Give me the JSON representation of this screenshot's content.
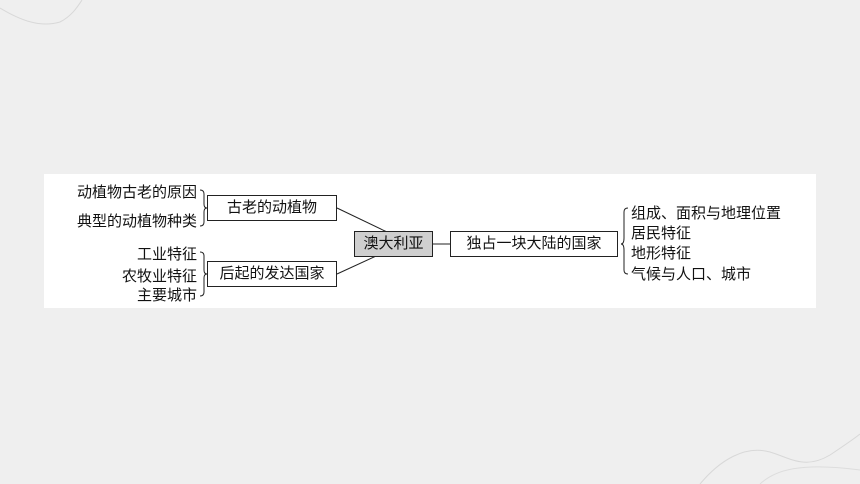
{
  "center_topic": "澳大利亚",
  "left_branches": [
    {
      "label": "古老的动植物",
      "details": [
        "动植物古老的原因",
        "典型的动植物种类"
      ]
    },
    {
      "label": "后起的发达国家",
      "details": [
        "工业特征",
        "农牧业特征",
        "主要城市"
      ]
    }
  ],
  "right_branch": {
    "label": "独占一块大陆的国家",
    "details": [
      "组成、面积与地理位置",
      "居民特征",
      "地形特征",
      "气候与人口、城市"
    ]
  }
}
